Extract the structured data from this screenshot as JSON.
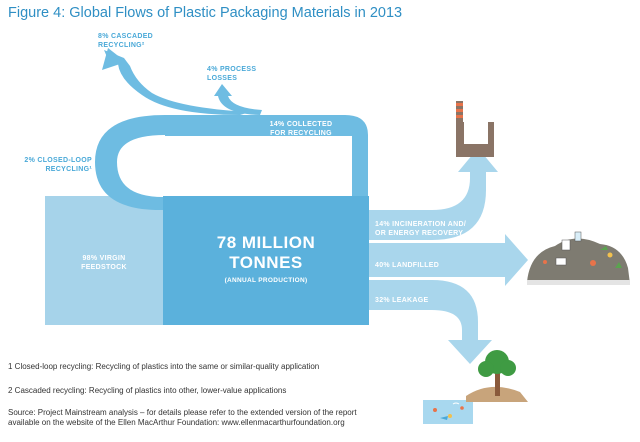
{
  "title": "Figure 4: Global Flows of Plastic Packaging Materials in 2013",
  "diagram": {
    "centre_value": "78 MILLION TONNES",
    "centre_value_line1": "78 MILLION",
    "centre_value_line2": "TONNES",
    "centre_sub": "(ANNUAL PRODUCTION)",
    "virgin_line1": "98% VIRGIN",
    "virgin_line2": "FEEDSTOCK",
    "collected_line1": "14% COLLECTED",
    "collected_line2": "FOR RECYCLING",
    "cascaded_line1": "8% CASCADED",
    "cascaded_line2": "RECYCLING²",
    "process_line1": "4% PROCESS",
    "process_line2": "LOSSES",
    "closed_line1": "2% CLOSED-LOOP",
    "closed_line2": "RECYCLING¹",
    "incin_line1": "14% INCINERATION AND/",
    "incin_line2": "OR ENERGY RECOVERY",
    "landfill": "40% LANDFILLED",
    "leakage": "32% LEAKAGE"
  },
  "footnotes": {
    "note1": "1 Closed-loop recycling: Recycling of plastics into the same or similar-quality application",
    "note2": "2 Cascaded recycling: Recycling of plastics into other, lower-value applications",
    "source_line1": "Source: Project Mainstream analysis – for details please refer to the extended version of the report",
    "source_line2": "available on the website of the Ellen MacArthur Foundation: www.ellenmacarthurfoundation.org"
  },
  "colors": {
    "title": "#2f8fc4",
    "flow_light": "#a9d6ec",
    "flow_mid": "#6ebce2",
    "core": "#5bb1dc",
    "virgin": "#a6d3ea",
    "chimney": "#8a7466",
    "landfill": "#7e7b71",
    "ocean": "#a8d8ef",
    "tree": "#3f9b43"
  },
  "icons": [
    "factory-chimney-icon",
    "landfill-heap-icon",
    "ocean-island-icon"
  ]
}
